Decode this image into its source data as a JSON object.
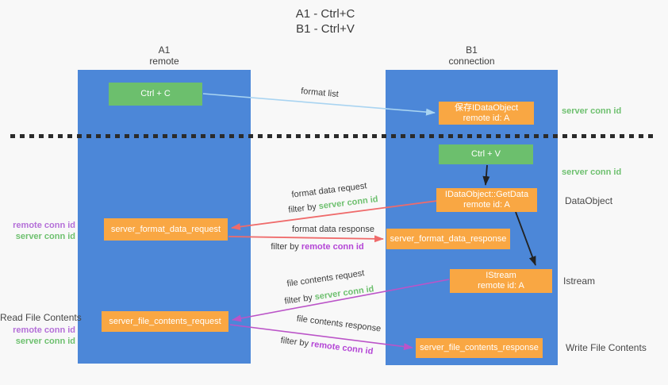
{
  "title": {
    "line1": "A1 - Ctrl+C",
    "line2": "B1 - Ctrl+V"
  },
  "columns": {
    "left": {
      "name": "A1",
      "sub": "remote"
    },
    "right": {
      "name": "B1",
      "sub": "connection"
    }
  },
  "nodes": {
    "ctrl_c": "Ctrl + C",
    "ctrl_v": "Ctrl + V",
    "save_idataobject": {
      "line1": "保存IDataObject",
      "line2": "remote id: A"
    },
    "getdata": {
      "line1": "IDataObject::GetData",
      "line2": "remote id: A"
    },
    "istream": {
      "line1": "IStream",
      "line2": "remote id: A"
    },
    "format_request": "server_format_data_request",
    "format_response": "server_format_data_response",
    "file_request": "server_file_contents_request",
    "file_response": "server_file_contents_response"
  },
  "arrow_labels": {
    "format_list": "format list",
    "format_data_request": "format data request",
    "format_data_response": "format data response",
    "file_contents_request": "file contents request",
    "file_contents_response": "file contents response",
    "filter_by": "filter by",
    "server_conn_id": "server conn id",
    "remote_conn_id": "remote conn id"
  },
  "side_labels": {
    "server_conn_id_top": "server conn id",
    "server_conn_id_mid": "server conn id",
    "dataobject": "DataObject",
    "istream": "Istream",
    "write_file_contents": "Write File Contents",
    "read_file_contents": "Read File Contents",
    "remote_conn_id_1": "remote conn id",
    "server_conn_id_1": "server conn id",
    "remote_conn_id_2": "remote conn id",
    "server_conn_id_2": "server conn id"
  },
  "colors": {
    "column_blue": "#4c87d8",
    "box_green": "#6cbf6d",
    "box_orange": "#f9a743",
    "arrow_blue": "#a9d4f1",
    "arrow_red": "#ef6b6b",
    "arrow_magenta": "#bb54c8",
    "arrow_black": "#222222",
    "label_green": "#6ec06f",
    "label_purple": "#b46fd8"
  }
}
